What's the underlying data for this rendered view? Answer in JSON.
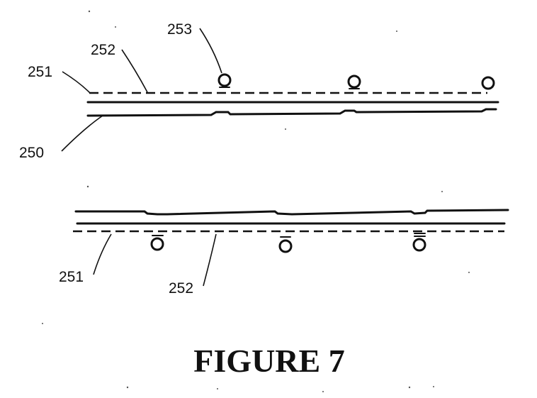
{
  "figure": {
    "caption": "FIGURE 7"
  },
  "upper_assembly": {
    "labels": {
      "ref_250": "250",
      "ref_251": "251",
      "ref_252": "252",
      "ref_253": "253"
    }
  },
  "lower_assembly": {
    "labels": {
      "ref_251": "251",
      "ref_252": "252"
    }
  },
  "colors": {
    "ink": "#111111",
    "background": "#ffffff"
  }
}
